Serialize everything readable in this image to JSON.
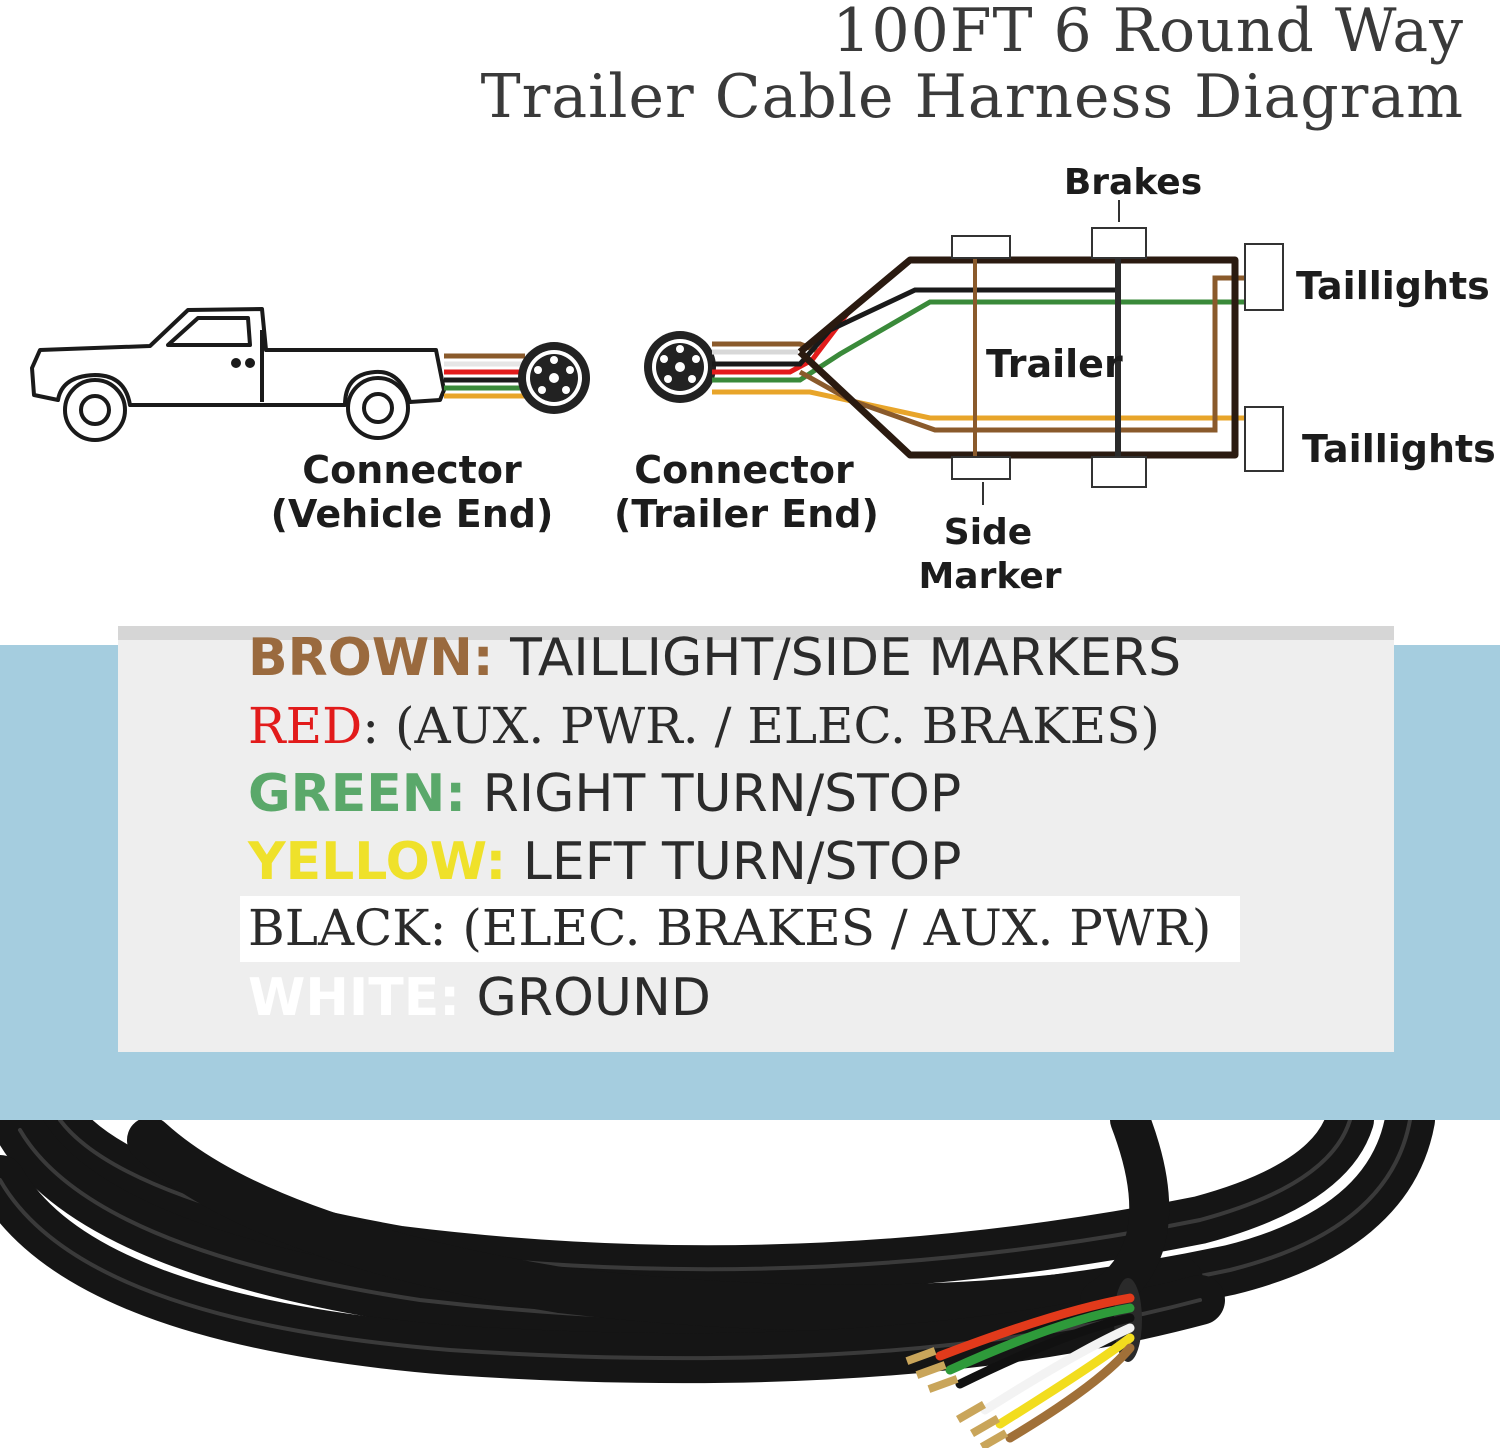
{
  "title": {
    "line1": "100FT 6 Round Way",
    "line2": "Trailer Cable Harness Diagram"
  },
  "diagram": {
    "vehicle_connector_label_1": "Connector",
    "vehicle_connector_label_2": "(Vehicle End)",
    "trailer_connector_label_1": "Connector",
    "trailer_connector_label_2": "(Trailer End)",
    "brakes_label": "Brakes",
    "trailer_label": "Trailer",
    "taillights_top_label": "Taillights",
    "taillights_bottom_label": "Taillights",
    "side_marker_label_1": "Side",
    "side_marker_label_2": "Marker"
  },
  "legend": [
    {
      "key": "BROWN:",
      "desc": " TAILLIGHT/SIDE MARKERS",
      "color": "#9a6a3e"
    },
    {
      "key": "RED",
      "desc": ": (AUX. PWR. / ELEC. BRAKES)",
      "color": "#e21b1b"
    },
    {
      "key": "GREEN:",
      "desc": " RIGHT TURN/STOP",
      "color": "#5aa86a"
    },
    {
      "key": "YELLOW:",
      "desc": " LEFT TURN/STOP",
      "color": "#efe12a"
    },
    {
      "key": "BLACK",
      "desc": ": (ELEC. BRAKES / AUX. PWR)",
      "color": "#2b2b2b"
    },
    {
      "key": "WHITE:",
      "desc": " GROUND",
      "color": "#ffffff"
    }
  ],
  "colors": {
    "band": "#a5cddf",
    "panel": "#eeeeee",
    "cable": "#151515"
  }
}
